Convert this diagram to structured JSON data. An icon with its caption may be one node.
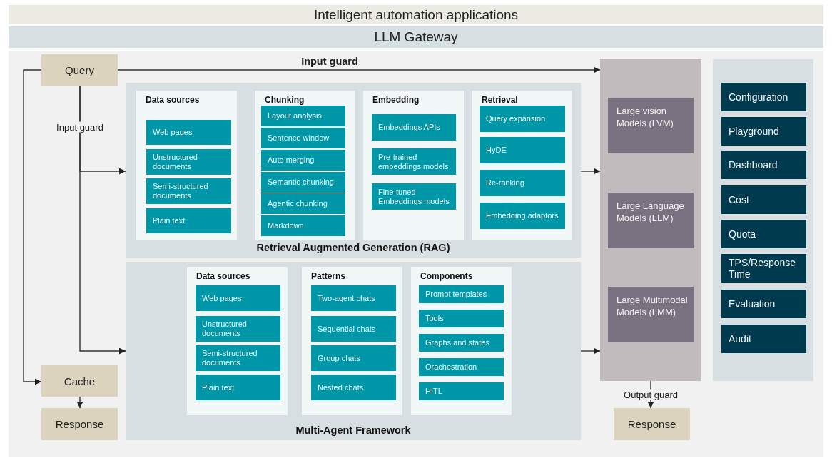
{
  "diagram": {
    "nodes": [
      {
        "text": [
          "Intelligent automation applications"
        ]
      },
      {
        "text": [
          "LLM Gateway"
        ]
      },
      {
        "text": [
          "Query"
        ]
      },
      {
        "text": [
          "Retrieval Augmented Generation (RAG)"
        ]
      },
      {
        "text": [
          "Data sources"
        ],
        "in": 3
      },
      {
        "text": [
          "Web pages"
        ],
        "in": 4
      },
      {
        "text": [
          "Unstructured documents"
        ],
        "in": 4
      },
      {
        "text": [
          "Semi-structured documents"
        ],
        "in": 4
      },
      {
        "text": [
          "Plain text"
        ],
        "in": 4
      },
      {
        "text": [
          "Chunking"
        ],
        "in": 3
      },
      {
        "text": [
          "Layout analysis"
        ],
        "in": 9
      },
      {
        "text": [
          "Sentence window"
        ],
        "in": 9
      },
      {
        "text": [
          "Auto merging"
        ],
        "in": 9
      },
      {
        "text": [
          "Semantic chunking"
        ],
        "in": 9
      },
      {
        "text": [
          "Agentic chunking"
        ],
        "in": 9
      },
      {
        "text": [
          "Markdown"
        ],
        "in": 9
      },
      {
        "text": [
          "Embedding"
        ],
        "in": 3
      },
      {
        "text": [
          "Embeddings APIs"
        ],
        "in": 16
      },
      {
        "text": [
          "Pre-trained embeddings models"
        ],
        "in": 16
      },
      {
        "text": [
          "Fine-tuned Embeddings models"
        ],
        "in": 16
      },
      {
        "text": [
          "Retrieval"
        ],
        "in": 3
      },
      {
        "text": [
          "Query expansion"
        ],
        "in": 20
      },
      {
        "text": [
          "HyDE"
        ],
        "in": 20
      },
      {
        "text": [
          "Re-ranking"
        ],
        "in": 20
      },
      {
        "text": [
          "Embedding adaptors"
        ],
        "in": 20
      },
      {
        "text": [
          "Multi-Agent Framework"
        ]
      },
      {
        "text": [
          "Data sources"
        ],
        "in": 25
      },
      {
        "text": [
          "Web pages"
        ],
        "in": 26
      },
      {
        "text": [
          "Unstructured documents"
        ],
        "in": 26
      },
      {
        "text": [
          "Semi-structured documents"
        ],
        "in": 26
      },
      {
        "text": [
          "Plain text"
        ],
        "in": 26
      },
      {
        "text": [
          "Patterns"
        ],
        "in": 25
      },
      {
        "text": [
          "Two-agent chats"
        ],
        "in": 31
      },
      {
        "text": [
          "Sequential chats"
        ],
        "in": 31
      },
      {
        "text": [
          "Group chats"
        ],
        "in": 31
      },
      {
        "text": [
          "Nested chats"
        ],
        "in": 31
      },
      {
        "text": [
          "Components"
        ],
        "in": 25
      },
      {
        "text": [
          "Prompt templates"
        ],
        "in": 36
      },
      {
        "text": [
          "Tools"
        ],
        "in": 36
      },
      {
        "text": [
          "Graphs and states"
        ],
        "in": 36
      },
      {
        "text": [
          "Orachestration"
        ],
        "in": 36
      },
      {
        "text": [
          "HITL"
        ],
        "in": 36
      },
      {
        "text": [],
        "shape": "box"
      },
      {
        "text": [
          "Large vision Models (LVM)"
        ],
        "in": 42
      },
      {
        "text": [
          "Large Language Models (LLM)"
        ],
        "in": 42
      },
      {
        "text": [
          "Large Multimodal Models (LMM)"
        ],
        "in": 42
      },
      {
        "text": [],
        "shape": "box"
      },
      {
        "text": [
          "Configuration"
        ],
        "in": 46
      },
      {
        "text": [
          "Playground"
        ],
        "in": 46
      },
      {
        "text": [
          "Dashboard"
        ],
        "in": 46
      },
      {
        "text": [
          "Cost"
        ],
        "in": 46
      },
      {
        "text": [
          "Quota"
        ],
        "in": 46
      },
      {
        "text": [
          "TPS/Response Time"
        ],
        "in": 46
      },
      {
        "text": [
          "Evaluation"
        ],
        "in": 46
      },
      {
        "text": [
          "Audit"
        ],
        "in": 46
      },
      {
        "text": [
          "Cache"
        ]
      },
      {
        "text": [
          "Response"
        ]
      },
      {
        "text": [
          "Response"
        ]
      }
    ],
    "edges": [
      {
        "from": 2,
        "to": 42,
        "arrow": "to",
        "label": "Input guard"
      },
      {
        "from": 2,
        "to": 3,
        "arrow": "to",
        "label": "Input guard"
      },
      {
        "from": 2,
        "to": 25,
        "arrow": "to"
      },
      {
        "from": 2,
        "to": 55,
        "arrow": "to"
      },
      {
        "from": 55,
        "to": 56,
        "arrow": "to"
      },
      {
        "from": 3,
        "to": 42,
        "arrow": "to"
      },
      {
        "from": 25,
        "to": 42,
        "arrow": "to"
      },
      {
        "from": 42,
        "to": 57,
        "arrow": "to",
        "label": "Output guard"
      }
    ]
  }
}
